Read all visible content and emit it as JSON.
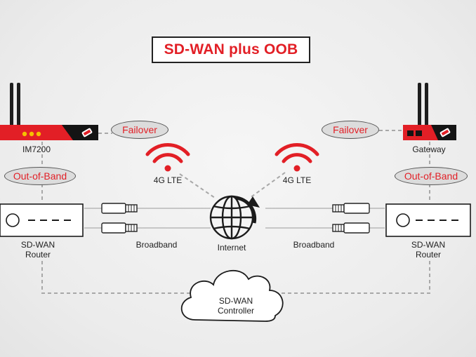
{
  "title": "SD-WAN plus OOB",
  "colors": {
    "accent": "#e21f26",
    "dark": "#1b1b1b",
    "line": "#999999"
  },
  "left": {
    "device": "IM7200",
    "router_label": [
      "SD-WAN",
      "Router"
    ],
    "failover": "Failover",
    "oob": "Out-of-Band",
    "lte": "4G LTE"
  },
  "right": {
    "device": "Gateway",
    "router_label": [
      "SD-WAN",
      "Router"
    ],
    "failover": "Failover",
    "oob": "Out-of-Band",
    "lte": "4G LTE"
  },
  "center": {
    "internet": "Internet",
    "controller": [
      "SD-WAN",
      "Controller"
    ]
  },
  "links": {
    "broadband_left": "Broadband",
    "broadband_right": "Broadband"
  },
  "icons": {
    "router_panel_dashes": "– – – –"
  }
}
